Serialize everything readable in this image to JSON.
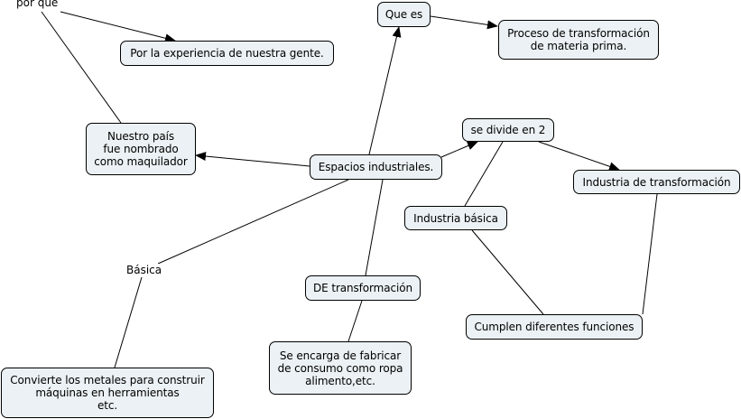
{
  "concept_map": {
    "nodes": [
      {
        "id": "espacios",
        "text": "Espacios industriales."
      },
      {
        "id": "nuestro_pais",
        "text": "Nuestro país\nfue nombrado\ncomo maquilador"
      },
      {
        "id": "experiencia",
        "text": "Por la experiencia de nuestra gente."
      },
      {
        "id": "que_es",
        "text": "Que es"
      },
      {
        "id": "proceso",
        "text": "Proceso de transformación\nde materia prima."
      },
      {
        "id": "se_divide",
        "text": "se divide en 2"
      },
      {
        "id": "ind_transformacion",
        "text": "Industria de transformación"
      },
      {
        "id": "ind_basica",
        "text": "Industria básica"
      },
      {
        "id": "cumplen",
        "text": "Cumplen diferentes funciones"
      },
      {
        "id": "de_transformacion",
        "text": "DE transformación"
      },
      {
        "id": "se_encarga",
        "text": "Se encarga de fabricar\nde consumo como ropa\nalimento,etc."
      },
      {
        "id": "convierte",
        "text": "Convierte los metales para construir\nmáquinas en herramientas\netc."
      }
    ],
    "labels": [
      {
        "id": "por_que",
        "text": "por que"
      },
      {
        "id": "basica",
        "text": "Básica"
      }
    ],
    "edges": [
      {
        "from": "espacios",
        "to": "nuestro_pais",
        "arrow": true
      },
      {
        "from": "nuestro_pais",
        "to": "por_que",
        "arrow": false
      },
      {
        "from": "por_que",
        "to": "experiencia",
        "arrow": true
      },
      {
        "from": "espacios",
        "to": "que_es",
        "arrow": true
      },
      {
        "from": "que_es",
        "to": "proceso",
        "arrow": true
      },
      {
        "from": "espacios",
        "to": "se_divide",
        "arrow": true
      },
      {
        "from": "se_divide",
        "to": "ind_transformacion",
        "arrow": true
      },
      {
        "from": "se_divide",
        "to": "ind_basica",
        "arrow": false
      },
      {
        "from": "ind_basica",
        "to": "cumplen",
        "arrow": false
      },
      {
        "from": "ind_transformacion",
        "to": "cumplen",
        "arrow": false
      },
      {
        "from": "espacios",
        "to": "basica",
        "arrow": false
      },
      {
        "from": "basica",
        "to": "convierte",
        "arrow": false
      },
      {
        "from": "espacios",
        "to": "de_transformacion",
        "arrow": false
      },
      {
        "from": "de_transformacion",
        "to": "se_encarga",
        "arrow": false
      }
    ]
  }
}
